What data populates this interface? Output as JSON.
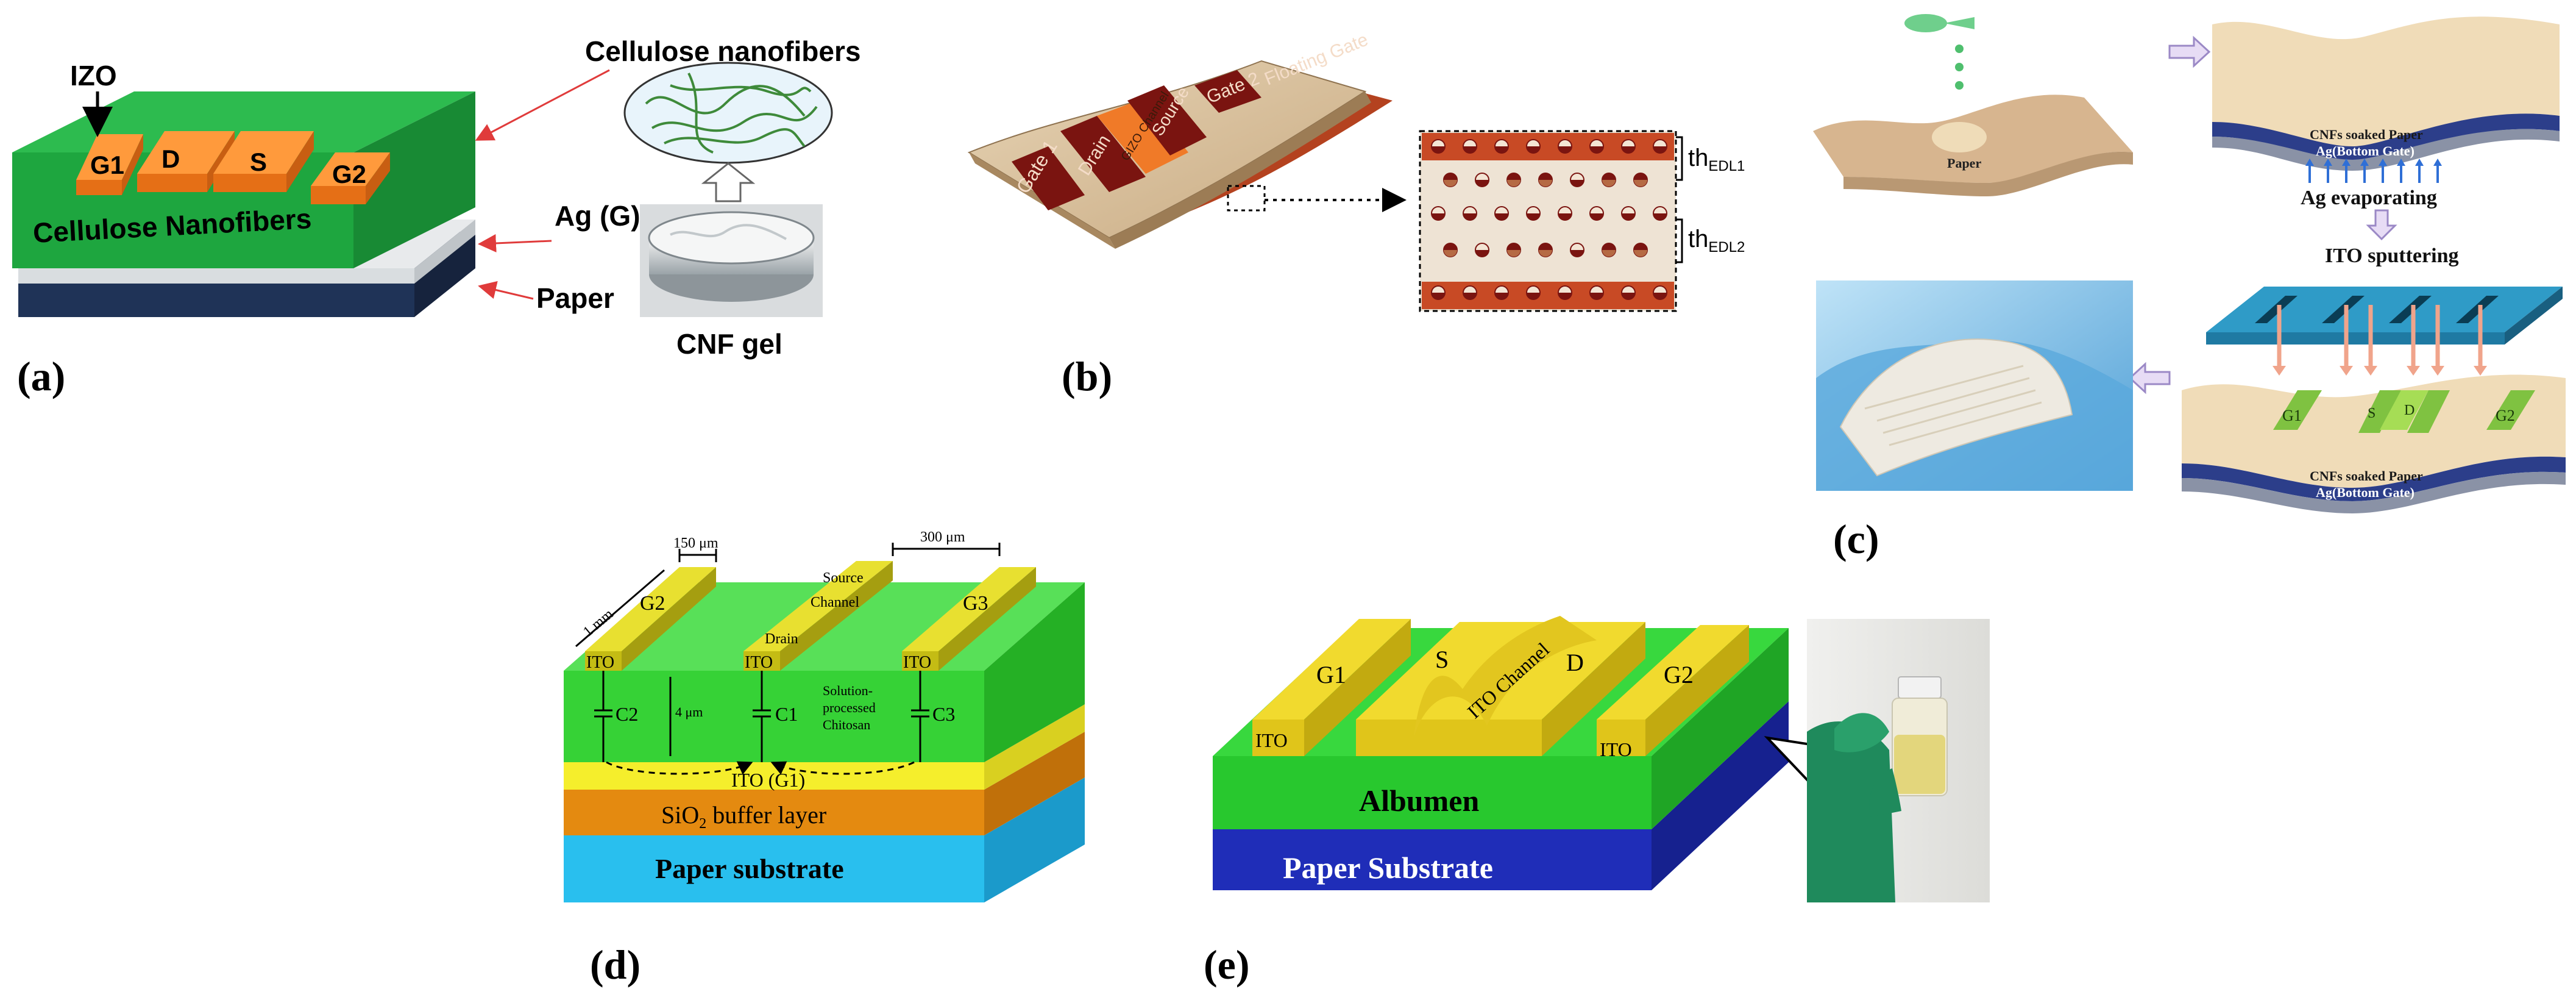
{
  "panels": {
    "a": {
      "letter": "(a)",
      "top_label": "IZO",
      "electrodes": [
        "G1",
        "D",
        "S",
        "G2"
      ],
      "layer_main": "Cellulose Nanofibers",
      "callout_cnf": "Cellulose nanofibers",
      "callout_ag": "Ag (G)",
      "callout_paper": "Paper",
      "photo_caption": "CNF gel"
    },
    "b": {
      "letter": "(b)",
      "labels": [
        "Gate 1",
        "Drain",
        "GIZO Channel",
        "Source",
        "Gate 2",
        "Floating Gate"
      ],
      "thickness_top": "th",
      "thickness_top_sub": "EDL1",
      "thickness_bottom": "th",
      "thickness_bottom_sub": "EDL2"
    },
    "c": {
      "letter": "(c)",
      "paper": "Paper",
      "soaked": "CNFs soaked Paper",
      "bottom_gate": "Ag(Bottom Gate)",
      "ag_step": "Ag evaporating",
      "ito_step": "ITO sputtering",
      "soaked_2": "CNFs soaked Paper",
      "bottom_gate_2": "Ag(Bottom Gate)",
      "electrodes": [
        "G1",
        "S",
        "D",
        "G2"
      ]
    },
    "d": {
      "letter": "(d)",
      "dim_150": "150 μm",
      "dim_300": "300 μm",
      "dim_1mm": "1 mm",
      "dim_4um": "4 μm",
      "g2": "G2",
      "g3": "G3",
      "source": "Source",
      "channel": "Channel",
      "drain": "Drain",
      "ito": "ITO",
      "c1": "C1",
      "c2": "C2",
      "c3": "C3",
      "chitosan": [
        "Solution-",
        "processed",
        "Chitosan"
      ],
      "ito_g1": "ITO (G1)",
      "sio2": "SiO",
      "sio2_sub": "2",
      "sio2_rest": " buffer layer",
      "paper": "Paper substrate"
    },
    "e": {
      "letter": "(e)",
      "g1": "G1",
      "s": "S",
      "d": "D",
      "g2": "G2",
      "channel": "ITO Channel",
      "ito": "ITO",
      "albumen": "Albumen",
      "paper": "Paper Substrate"
    }
  }
}
